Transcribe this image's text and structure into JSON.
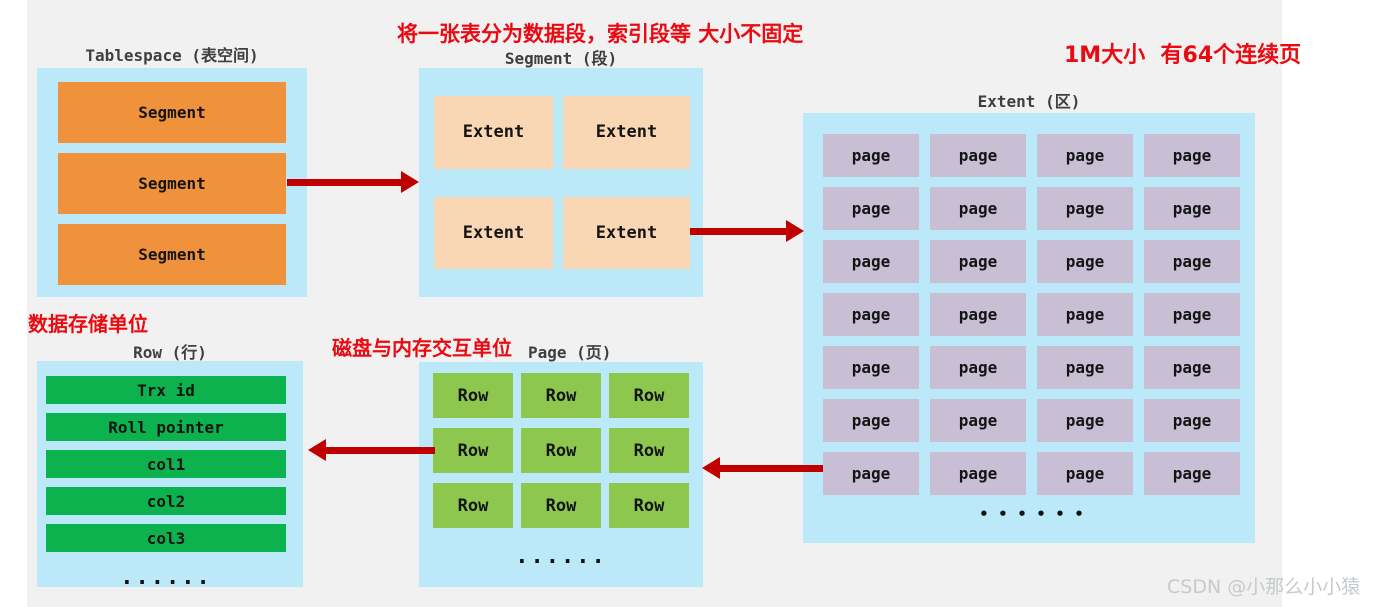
{
  "colors": {
    "background": "#F1F1F1",
    "panel_blue": "#BCE9FA",
    "segment_orange": "#F0913C",
    "extent_peach": "#FAD7B4",
    "page_purple": "#C9BFD5",
    "row_green": "#8DC74E",
    "field_green": "#0CB24E",
    "arrow_red": "#C00000",
    "note_red": "#EA0B12",
    "label_gray": "#3F3F3F",
    "watermark_gray": "#C6CACD"
  },
  "notes": {
    "segment_note": "将一张表分为数据段，索引段等 大小不固定",
    "extent_note": "1M大小  有64个连续页",
    "row_note": "数据存储单位",
    "page_note": "磁盘与内存交互单位"
  },
  "tablespace": {
    "label": "Tablespace (表空间)",
    "segments": [
      "Segment",
      "Segment",
      "Segment"
    ]
  },
  "segment": {
    "label": "Segment (段)",
    "extents": [
      "Extent",
      "Extent",
      "Extent",
      "Extent"
    ]
  },
  "extent": {
    "label": "Extent (区)",
    "page_label": "page",
    "page_count": 28,
    "ellipsis": "••••••"
  },
  "page": {
    "label": "Page (页)",
    "row_label": "Row",
    "row_count": 9,
    "ellipsis": "......"
  },
  "row": {
    "label": "Row (行)",
    "fields": [
      "Trx id",
      "Roll pointer",
      "col1",
      "col2",
      "col3"
    ],
    "ellipsis": "......"
  },
  "watermark": "CSDN @小那么小小猿"
}
